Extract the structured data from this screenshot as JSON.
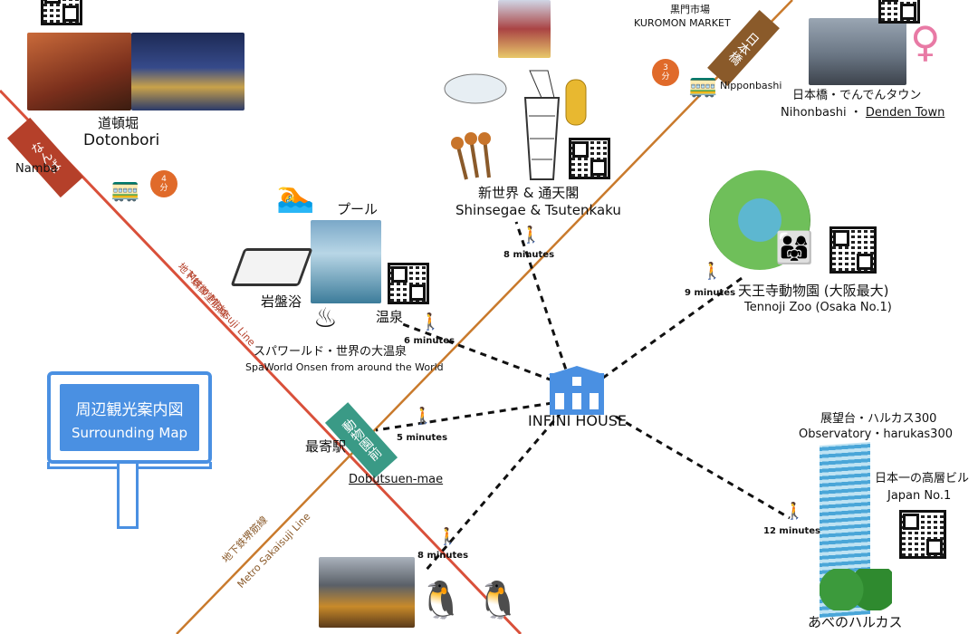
{
  "sign": {
    "jp": "周辺観光案内図",
    "en": "Surrounding Map"
  },
  "center": {
    "name": "INFINI HOUSE"
  },
  "stations": {
    "namba": {
      "name": "Namba",
      "tag": "なんば",
      "time": "4\n分"
    },
    "nipponbashi": {
      "name": "Nipponbashi",
      "tag": "日本橋",
      "time": "3\n分"
    },
    "nearest": {
      "jp": "最寄駅",
      "tag": "動物園前",
      "name": "Dobutsuen-mae"
    }
  },
  "lines": {
    "midosuji": {
      "en": "Metro Midosuji Line",
      "jp": "地下鉄御堂筋線",
      "color": "#d9503a"
    },
    "sakaisuji": {
      "en": "Metro Sakaisuji Line",
      "jp": "地下鉄堺筋線",
      "color": "#c97a2c"
    }
  },
  "places": {
    "dotonbori": {
      "jp": "道頓堀",
      "en": "Dotonbori"
    },
    "kuromon": {
      "jp": "黒門市場",
      "en": "KUROMON MARKET"
    },
    "nihonbashi": {
      "jp": "日本橋・でんでんタウン",
      "en1": "Nihonbashi",
      "sep": "・",
      "en2": "Denden Town"
    },
    "shinsekai": {
      "jp": "新世界 & 通天閣",
      "en": "Shinsegae & Tsutenkaku",
      "walk": "8 minutes"
    },
    "tennoji_zoo": {
      "jp": "天王寺動物園 (大阪最大)",
      "en": "Tennoji Zoo (Osaka No.1)",
      "walk": "9 minutes"
    },
    "spaworld": {
      "pool": "プール",
      "ganbanyoku": "岩盤浴",
      "onsen": "温泉",
      "jp": "スパワールド・世界の大温泉",
      "en": "SpaWorld Onsen from around the World",
      "walk": "6 minutes"
    },
    "harukas": {
      "observatory_jp": "展望台・ハルカス300",
      "observatory_en": "Observatory・harukas300",
      "japan_jp": "日本一の高層ビル",
      "japan_en": "Japan No.1",
      "name": "あべのハルカス",
      "walk": "12 minutes"
    },
    "station_walk": "5 minutes",
    "donki": {
      "walk": "8 minutes"
    }
  },
  "colors": {
    "blue": "#4a90e2",
    "route": "#111111",
    "tag": "#b5402a"
  },
  "icons": [
    "walk-icon",
    "train-icon",
    "house-icon",
    "qr-code-icon"
  ]
}
